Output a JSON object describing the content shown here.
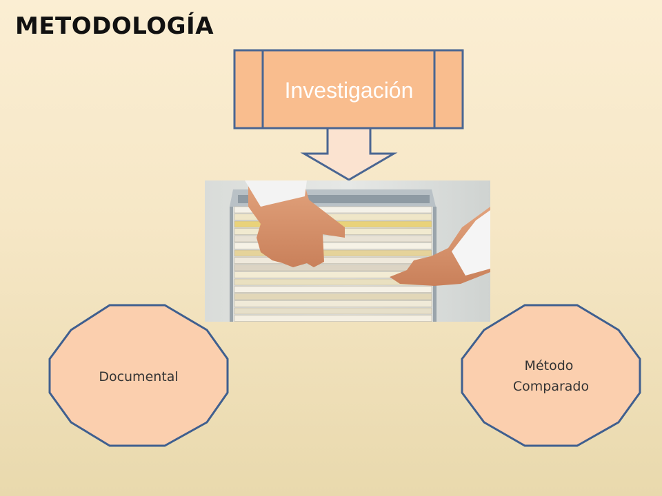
{
  "title": "METODOLOGÍA",
  "process_box": {
    "label": "Investigación"
  },
  "nodes": [
    {
      "id": "documental",
      "label_lines": [
        "Documental"
      ]
    },
    {
      "id": "metodo-comparado",
      "label_lines": [
        "Método",
        "Comparado"
      ]
    }
  ],
  "photo": {
    "subject": "hands browsing hanging file folders in a filing drawer"
  },
  "colors": {
    "box_fill": "#f9bd8e",
    "box_border": "#4a6692",
    "node_fill": "#fbcfae",
    "node_border": "#3f5f8f",
    "arrow_fill": "#fbe3d0",
    "box_text": "#ffffff",
    "node_text": "#333333"
  }
}
